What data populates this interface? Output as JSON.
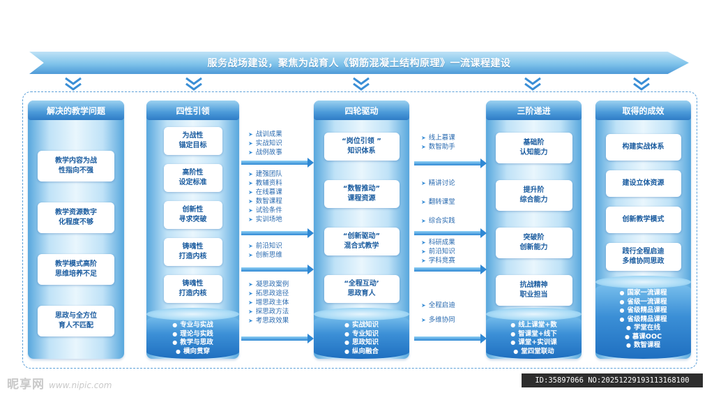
{
  "banner": {
    "title": "服务战场建设，聚焦为战育人《钢筋混凝土结构原理》一流课程建设"
  },
  "columns": [
    {
      "title": "解决的教学问题",
      "cards": [
        "教学内容为战\n性指向不强",
        "教学资源数字\n化程度不够",
        "教学模式高阶\n思维培养不足",
        "思政与全方位\n育人不匹配"
      ],
      "base": []
    },
    {
      "title": "四性引领",
      "cards": [
        "为战性\n锚定目标",
        "高阶性\n设定标准",
        "创新性\n寻求突破",
        "铸魂性\n打造内核",
        "铸魂性\n打造内核"
      ],
      "base": [
        "专业与实战",
        "理论与实践",
        "教学与思政",
        "横向贯穿"
      ]
    },
    {
      "title": "四轮驱动",
      "cards": [
        "“岗位引领 ”\n知识体系",
        "“数智推动”\n课程资源",
        "“创新驱动”\n混合式教学",
        "“全程互动’\n思政育人"
      ],
      "base": [
        "实战知识",
        "专业知识",
        "思政知识",
        "纵向融合"
      ]
    },
    {
      "title": "三阶递进",
      "cards": [
        "基础阶\n认知能力",
        "提升阶\n综合能力",
        "突破阶\n创新能力",
        "抗战精神\n职业担当"
      ],
      "base": [
        "线上课堂+数",
        "智课堂+线下",
        "课堂+实训课",
        "堂四堂联动"
      ]
    },
    {
      "title": "取得的成效",
      "cards": [
        "构建实战体系",
        "建设立体资源",
        "创新教学模式",
        "践行全程启迪\n多维协同思政"
      ],
      "base": [
        "国家一流课程",
        "省级一流课程",
        "省级精品课程",
        "省级精品课程",
        "学堂在线",
        "慕课OOC",
        "数智课程"
      ]
    }
  ],
  "bands_left": [
    [
      "战训成果",
      "实战知识",
      "战例故事"
    ],
    [
      "建强团队",
      "教辅资料",
      "在线慕课",
      "数智课程",
      "试验条件",
      "实训场地"
    ],
    [
      "前沿知识",
      "创新思维"
    ],
    [
      "凝思政案例",
      "拓思政途径",
      "增思政主体",
      "探思政方法",
      "考思政效果"
    ]
  ],
  "bands_right": [
    [
      "线上慕课",
      "数智助手"
    ],
    [
      "精讲讨论"
    ],
    [
      "翻转课堂"
    ],
    [
      "综合实践"
    ],
    [
      "科研成果",
      "前沿知识",
      "学科竞赛"
    ],
    [
      "全程启迪"
    ],
    [
      "多维协同"
    ]
  ],
  "footer": {
    "watermark": "昵享网",
    "watermark_url": "www.nipic.com",
    "id_text": "ID:35897066 NO:20251229193113168100"
  },
  "colors": {
    "primary": "#2f7cc6",
    "accent": "#58a7dd",
    "text": "#1c5da0"
  }
}
